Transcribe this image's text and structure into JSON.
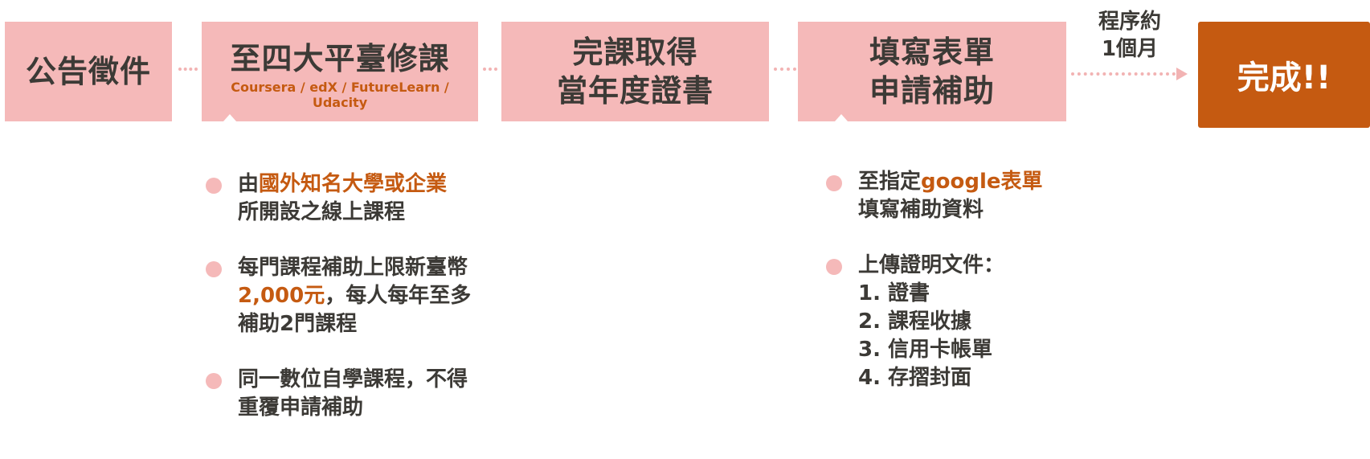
{
  "steps": [
    {
      "title_lines": [
        "公告徵件"
      ]
    },
    {
      "title_lines": [
        "至四大平臺修課"
      ],
      "subtitle": "Coursera / edX / FutureLearn / Udacity"
    },
    {
      "title_lines": [
        "完課取得",
        "當年度證書"
      ]
    },
    {
      "title_lines": [
        "填寫表單",
        "申請補助"
      ]
    }
  ],
  "duration": {
    "line1": "程序約",
    "line2": "1個月"
  },
  "final": {
    "label": "完成!!"
  },
  "notes_left": [
    {
      "parts": [
        {
          "text": "由"
        },
        {
          "text": "國外知名大學或企業",
          "highlight": true
        },
        {
          "text": "所開設之線上課程"
        }
      ]
    },
    {
      "parts": [
        {
          "text": "每門課程補助上限新臺幣"
        },
        {
          "text": "2,000元",
          "highlight": true
        },
        {
          "text": "，每人每年至多補助2門課程"
        }
      ]
    },
    {
      "parts": [
        {
          "text": "同一數位自學課程，不得重覆申請補助"
        }
      ]
    }
  ],
  "notes_right": [
    {
      "parts": [
        {
          "text": "至指定"
        },
        {
          "text": "google表單",
          "highlight": true
        },
        {
          "text": "填寫補助資料"
        }
      ]
    },
    {
      "parts": [
        {
          "text": "上傳證明文件："
        }
      ],
      "subitems": [
        "1. 證書",
        "2. 課程收據",
        "3. 信用卡帳單",
        "4. 存摺封面"
      ]
    }
  ],
  "colors": {
    "box": "#f5b9b9",
    "accent": "#c55a11",
    "text": "#3c3a36",
    "connector": "#f2b3b3"
  }
}
